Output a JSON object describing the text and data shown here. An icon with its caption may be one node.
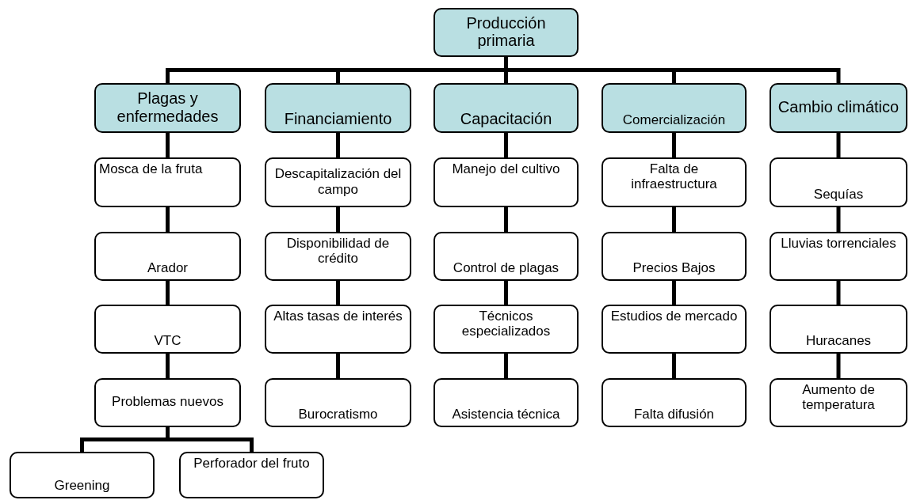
{
  "diagram": {
    "nodes": [
      {
        "text": [
          "Producción primaria"
        ]
      },
      {
        "text": [
          "Plagas y enfermedades"
        ]
      },
      {
        "text": [
          "Financiamiento"
        ]
      },
      {
        "text": [
          "Capacitación"
        ]
      },
      {
        "text": [
          "Comercialización"
        ]
      },
      {
        "text": [
          "Cambio climático"
        ]
      },
      {
        "text": [
          "Mosca de la fruta"
        ]
      },
      {
        "text": [
          "Arador"
        ]
      },
      {
        "text": [
          "VTC"
        ]
      },
      {
        "text": [
          "Problemas nuevos"
        ]
      },
      {
        "text": [
          "Greening"
        ]
      },
      {
        "text": [
          "Perforador del fruto"
        ]
      },
      {
        "text": [
          "Descapitalización del campo"
        ]
      },
      {
        "text": [
          "Disponibilidad de crédito"
        ]
      },
      {
        "text": [
          "Altas tasas de interés"
        ]
      },
      {
        "text": [
          "Burocratismo"
        ]
      },
      {
        "text": [
          "Manejo del cultivo"
        ]
      },
      {
        "text": [
          "Control de plagas"
        ]
      },
      {
        "text": [
          "Técnicos especializados"
        ]
      },
      {
        "text": [
          "Asistencia técnica"
        ]
      },
      {
        "text": [
          "Falta de infraestructura"
        ]
      },
      {
        "text": [
          "Precios Bajos"
        ]
      },
      {
        "text": [
          "Estudios de mercado"
        ]
      },
      {
        "text": [
          "Falta difusión"
        ]
      },
      {
        "text": [
          "Sequías"
        ]
      },
      {
        "text": [
          "Lluvias torrenciales"
        ]
      },
      {
        "text": [
          "Huracanes"
        ]
      },
      {
        "text": [
          "Aumento de temperatura"
        ]
      }
    ],
    "edges": [
      {
        "from": 0,
        "to": 1,
        "arrow": "none"
      },
      {
        "from": 0,
        "to": 2,
        "arrow": "none"
      },
      {
        "from": 0,
        "to": 3,
        "arrow": "none"
      },
      {
        "from": 0,
        "to": 4,
        "arrow": "none"
      },
      {
        "from": 0,
        "to": 5,
        "arrow": "none"
      },
      {
        "from": 1,
        "to": 6,
        "arrow": "none"
      },
      {
        "from": 6,
        "to": 7,
        "arrow": "none"
      },
      {
        "from": 7,
        "to": 8,
        "arrow": "none"
      },
      {
        "from": 8,
        "to": 9,
        "arrow": "none"
      },
      {
        "from": 9,
        "to": 10,
        "arrow": "none"
      },
      {
        "from": 9,
        "to": 11,
        "arrow": "none"
      },
      {
        "from": 2,
        "to": 12,
        "arrow": "none"
      },
      {
        "from": 12,
        "to": 13,
        "arrow": "none"
      },
      {
        "from": 13,
        "to": 14,
        "arrow": "none"
      },
      {
        "from": 14,
        "to": 15,
        "arrow": "none"
      },
      {
        "from": 3,
        "to": 16,
        "arrow": "none"
      },
      {
        "from": 16,
        "to": 17,
        "arrow": "none"
      },
      {
        "from": 17,
        "to": 18,
        "arrow": "none"
      },
      {
        "from": 18,
        "to": 19,
        "arrow": "none"
      },
      {
        "from": 4,
        "to": 20,
        "arrow": "none"
      },
      {
        "from": 20,
        "to": 21,
        "arrow": "none"
      },
      {
        "from": 21,
        "to": 22,
        "arrow": "none"
      },
      {
        "from": 22,
        "to": 23,
        "arrow": "none"
      },
      {
        "from": 5,
        "to": 24,
        "arrow": "none"
      },
      {
        "from": 24,
        "to": 25,
        "arrow": "none"
      },
      {
        "from": 25,
        "to": 26,
        "arrow": "none"
      },
      {
        "from": 26,
        "to": 27,
        "arrow": "none"
      }
    ]
  }
}
